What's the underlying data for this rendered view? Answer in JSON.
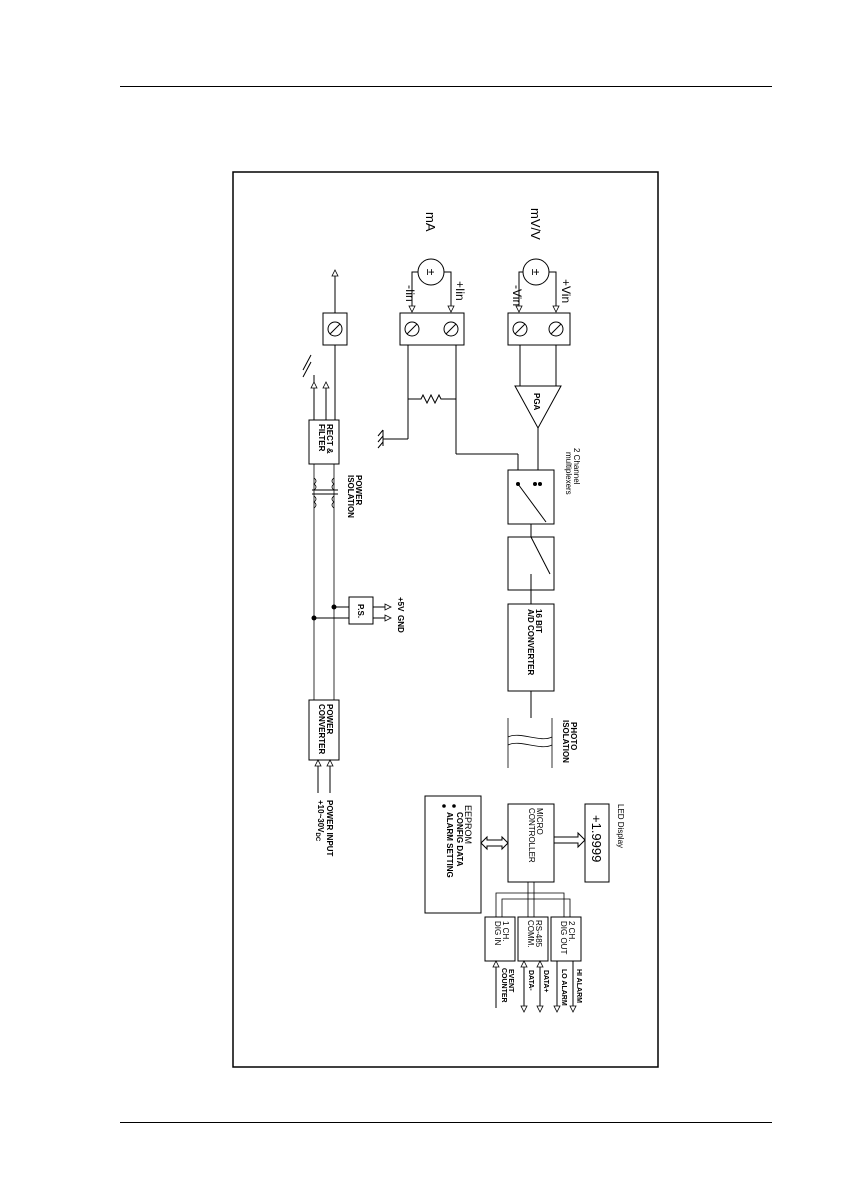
{
  "labels": {
    "ma": "mA",
    "mvv": "mV/V",
    "minus_iin": "-Iin",
    "plus_iin": "+Iin",
    "minus_vin": "-Vin",
    "plus_vin": "+Vin",
    "pm1": "±",
    "pm2": "±",
    "pga": "PGA",
    "mux_1": "2 Channel",
    "mux_2": "multiplexers",
    "rect_1": "RECT &",
    "rect_2": "FILTER",
    "piso_1": "POWER",
    "piso_2": "ISOLATION",
    "ps": "P.S.",
    "plus5v": "+5V",
    "gnd": "GND",
    "adc_1": "16 BIT",
    "adc_2": "A/D CONVERTER",
    "pconv_1": "POWER",
    "pconv_2": "CONVERTER",
    "pin_1": "POWER INPUT",
    "pin_2": "+10~30V",
    "pin_sub": "DC",
    "photo_1": "PHOTO",
    "photo_2": "ISOLATION",
    "mcu_1": "MICRO",
    "mcu_2": "CONTROLLER",
    "led_value": "+1.9999",
    "led_label": "LED Display",
    "eeprom_title": "EEPROM",
    "eeprom_item1": "CONFIG DATA",
    "eeprom_item2": "ALARM SETTING",
    "dout_1": "2 CH.",
    "dout_2": "DIG OUT",
    "hi_alarm": "HI ALARM",
    "lo_alarm": "LO ALARM",
    "rs485_1": "RS-485",
    "rs485_2": "COMM.",
    "data_plus": "DATA+",
    "data_minus": "DATA-",
    "din_1": "1 CH.",
    "din_2": "DIG IN",
    "event_1": "EVENT",
    "event_2": "COUNTER"
  },
  "colors": {
    "ink": "#000000",
    "paper": "#ffffff",
    "wire": "#555555"
  }
}
